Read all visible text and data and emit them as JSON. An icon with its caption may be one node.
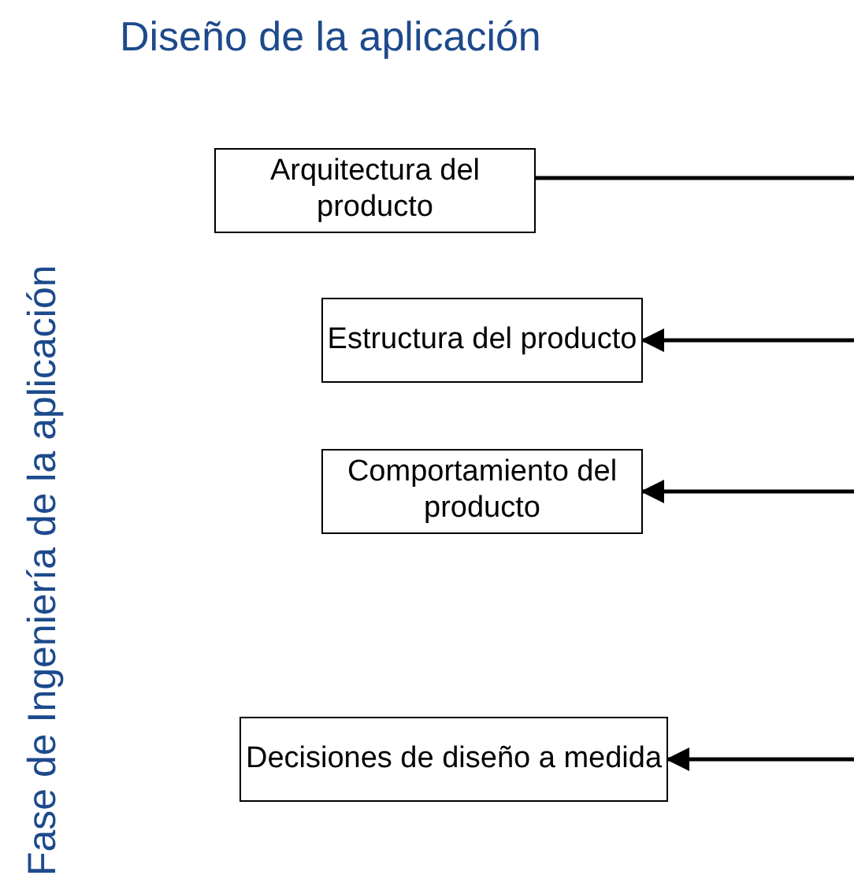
{
  "diagram": {
    "title": "Diseño de la aplicación",
    "nodes": [
      {
        "text": [
          "Arquitectura del producto"
        ]
      },
      {
        "text": [
          "Estructura del producto"
        ]
      },
      {
        "text": [
          "Comportamiento del producto"
        ]
      },
      {
        "text": [
          "Decisiones de diseño a medida"
        ]
      }
    ],
    "edges": [
      {
        "from": 0,
        "to": null,
        "arrow": "none"
      },
      {
        "from": null,
        "to": 1,
        "arrow": "to"
      },
      {
        "from": null,
        "to": 2,
        "arrow": "to"
      },
      {
        "from": null,
        "to": 3,
        "arrow": "to"
      }
    ],
    "labels": [
      "Fase de Ingeniería de la aplicación"
    ]
  }
}
